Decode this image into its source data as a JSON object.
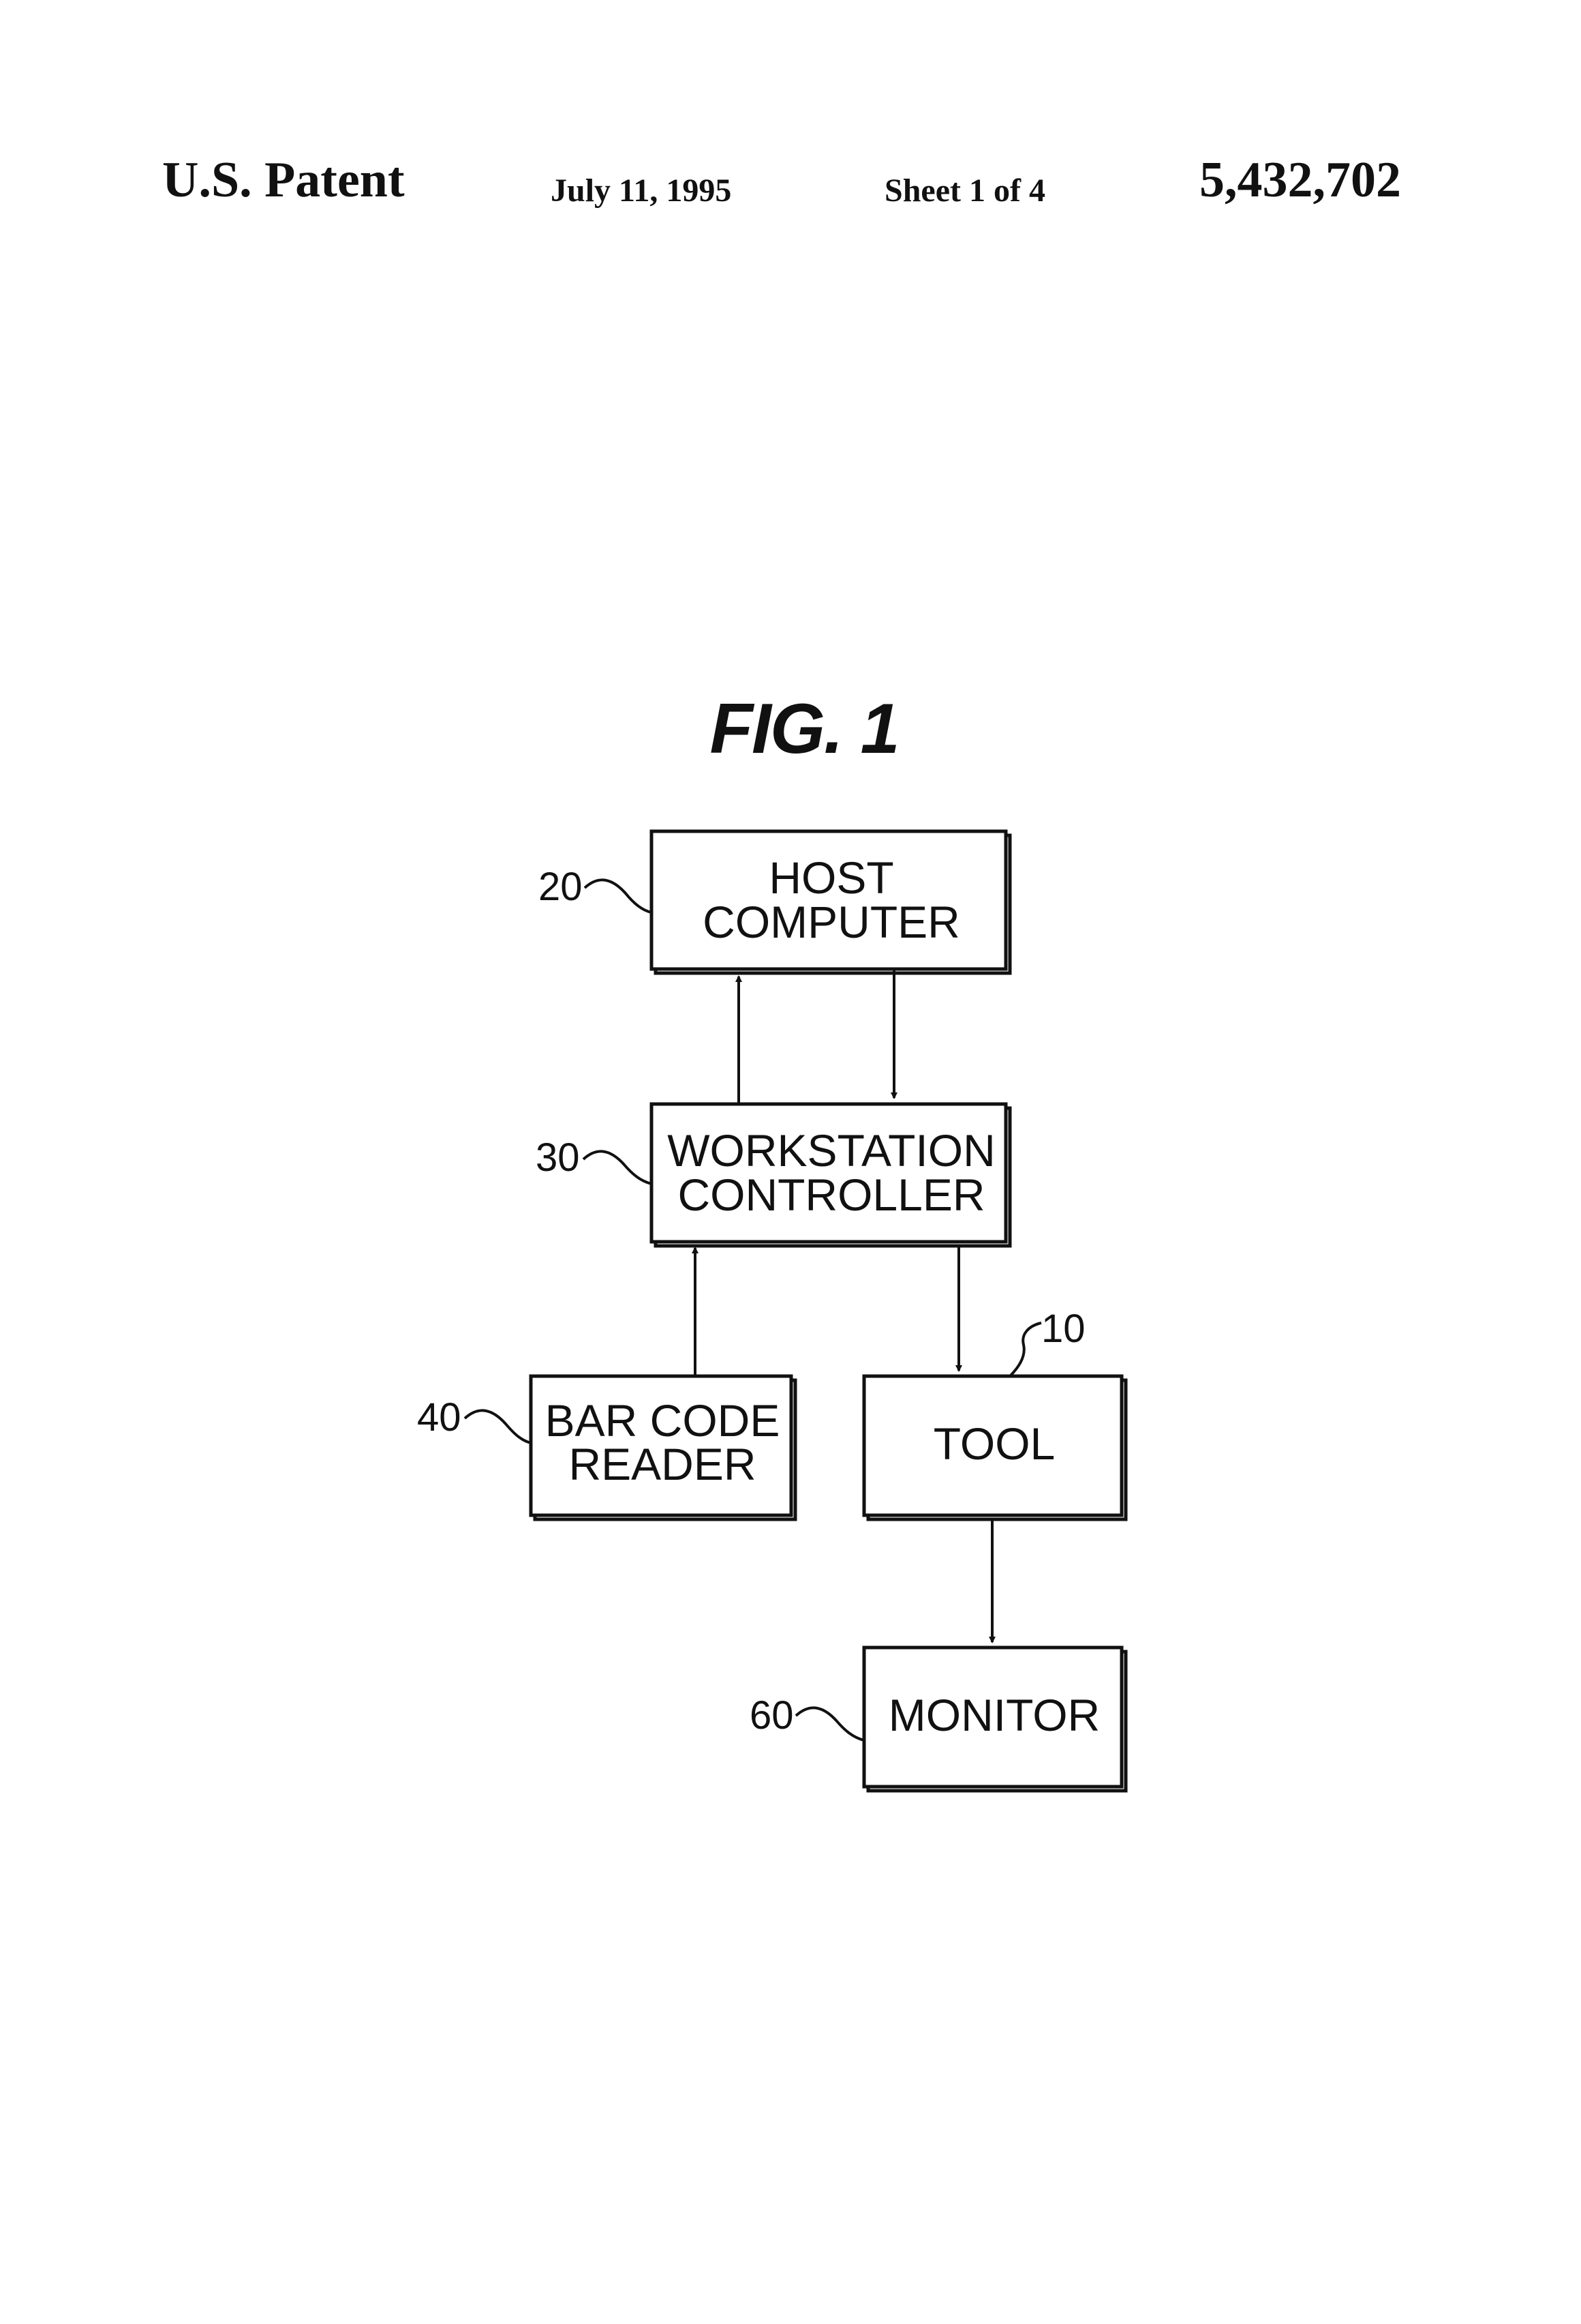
{
  "header": {
    "left": "U.S. Patent",
    "date": "July 11, 1995",
    "sheet": "Sheet 1 of 4",
    "patent_number": "5,432,702"
  },
  "figure": {
    "title": "FIG. 1",
    "blocks": {
      "host": {
        "ref": "20",
        "lines": [
          "HOST",
          "COMPUTER"
        ]
      },
      "workstation": {
        "ref": "30",
        "lines": [
          "WORKSTATION",
          "CONTROLLER"
        ]
      },
      "barcode": {
        "ref": "40",
        "lines": [
          "BAR CODE",
          "READER"
        ]
      },
      "tool": {
        "ref": "10",
        "lines": [
          "TOOL"
        ]
      },
      "monitor": {
        "ref": "60",
        "lines": [
          "MONITOR"
        ]
      }
    }
  }
}
